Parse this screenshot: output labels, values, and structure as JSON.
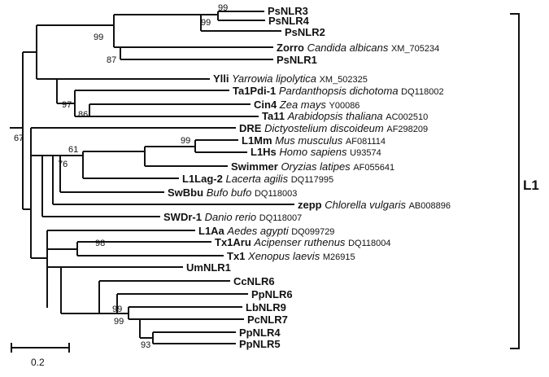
{
  "tree": {
    "taxa": [
      {
        "id": "psnlr3",
        "tag": "PsNLR3",
        "species": "",
        "accession": ""
      },
      {
        "id": "psnlr4",
        "tag": "PsNLR4",
        "species": "",
        "accession": ""
      },
      {
        "id": "psnlr2",
        "tag": "PsNLR2",
        "species": "",
        "accession": ""
      },
      {
        "id": "zorro",
        "tag": "Zorro",
        "species": "Candida albicans",
        "accession": "XM_705234"
      },
      {
        "id": "psnlr1",
        "tag": "PsNLR1",
        "species": "",
        "accession": ""
      },
      {
        "id": "ylli",
        "tag": "Ylli",
        "species": "Yarrowia lipolytica",
        "accession": "XM_502325"
      },
      {
        "id": "ta1pdi1",
        "tag": "Ta1Pdi-1",
        "species": "Pardanthopsis dichotoma",
        "accession": "DQ118002"
      },
      {
        "id": "cin4",
        "tag": "Cin4",
        "species": "Zea mays",
        "accession": "Y00086"
      },
      {
        "id": "ta11",
        "tag": "Ta11",
        "species": "Arabidopsis thaliana",
        "accession": "AC002510"
      },
      {
        "id": "dre",
        "tag": "DRE",
        "species": "Dictyostelium discoideum",
        "accession": "AF298209"
      },
      {
        "id": "l1mm",
        "tag": "L1Mm",
        "species": "Mus musculus",
        "accession": "AF081114"
      },
      {
        "id": "l1hs",
        "tag": "L1Hs",
        "species": "Homo sapiens",
        "accession": "U93574"
      },
      {
        "id": "swimmer",
        "tag": "Swimmer",
        "species": "Oryzias latipes",
        "accession": "AF055641"
      },
      {
        "id": "l1lag2",
        "tag": "L1Lag-2",
        "species": "Lacerta agilis",
        "accession": "DQ117995"
      },
      {
        "id": "swbbu",
        "tag": "SwBbu",
        "species": "Bufo bufo",
        "accession": "DQ118003"
      },
      {
        "id": "zepp",
        "tag": "zepp",
        "species": "Chlorella vulgaris",
        "accession": "AB008896"
      },
      {
        "id": "swdr1",
        "tag": "SWDr-1",
        "species": "Danio rerio",
        "accession": "DQ118007"
      },
      {
        "id": "l1aa",
        "tag": "L1Aa",
        "species": "Aedes agypti",
        "accession": "DQ099729"
      },
      {
        "id": "tx1aru",
        "tag": "Tx1Aru",
        "species": "Acipenser ruthenus",
        "accession": "DQ118004"
      },
      {
        "id": "tx1",
        "tag": "Tx1",
        "species": "Xenopus laevis",
        "accession": "M26915"
      },
      {
        "id": "umnlr1",
        "tag": "UmNLR1",
        "species": "",
        "accession": ""
      },
      {
        "id": "ccnlr6",
        "tag": "CcNLR6",
        "species": "",
        "accession": ""
      },
      {
        "id": "ppnlr6",
        "tag": "PpNLR6",
        "species": "",
        "accession": ""
      },
      {
        "id": "lbnlr9",
        "tag": "LbNLR9",
        "species": "",
        "accession": ""
      },
      {
        "id": "pcnlr7",
        "tag": "PcNLR7",
        "species": "",
        "accession": ""
      },
      {
        "id": "ppnlr4",
        "tag": "PpNLR4",
        "species": "",
        "accession": ""
      },
      {
        "id": "ppnlr5",
        "tag": "PpNLR5",
        "species": "",
        "accession": ""
      }
    ],
    "bootstrap": {
      "ps34": "99",
      "ps342": "99",
      "ps1": "87",
      "cin4ta11": "86",
      "ta1pdi": "97",
      "root": "67",
      "l1mamm": "99",
      "vert1": "61",
      "vert2": "76",
      "tx1": "98",
      "pp1": "99",
      "pp2": "99",
      "pp45": "93"
    }
  },
  "clade_label": "L1",
  "scale_bar": {
    "label": "0.2",
    "value": 0.2
  }
}
